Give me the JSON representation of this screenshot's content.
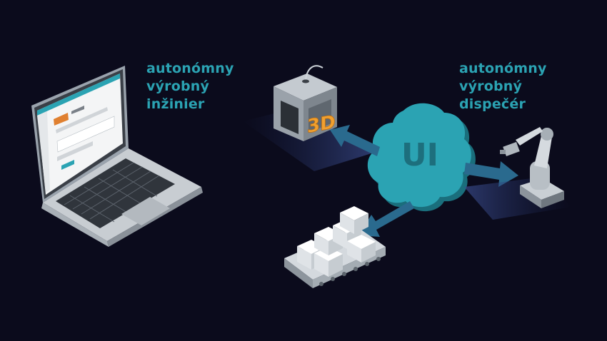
{
  "captions": {
    "engineer": [
      "autonómny",
      "výrobný",
      "inžinier"
    ],
    "dispatcher": [
      "autonómny",
      "výrobný",
      "dispečér"
    ]
  },
  "printer": {
    "badge": "3D"
  },
  "brain": {
    "logo": "UI"
  },
  "colors": {
    "background": "#0b0b1c",
    "accent_teal": "#2ba3b3",
    "arrow_blue": "#2a6a8e",
    "badge_orange": "#f0a030"
  },
  "icons": {
    "laptop": "laptop-icon",
    "printer": "3d-printer-icon",
    "brain": "brain-icon",
    "robot": "robotic-arm-icon",
    "conveyor": "conveyor-boxes-icon"
  }
}
